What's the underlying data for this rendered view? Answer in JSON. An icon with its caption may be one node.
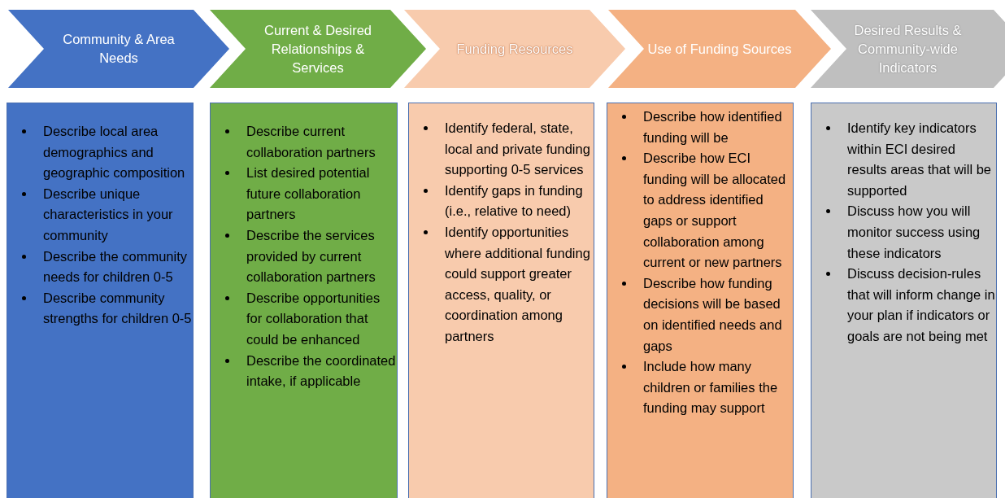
{
  "diagram": {
    "nodes": [
      {
        "text": [
          "Community & Area Needs"
        ]
      },
      {
        "text": [
          "Current & Desired Relationships & Services"
        ]
      },
      {
        "text": [
          "Funding Resources"
        ]
      },
      {
        "text": [
          "Use of Funding Sources"
        ]
      },
      {
        "text": [
          "Desired Results & Community-wide Indicators"
        ]
      },
      {
        "text": [
          "Describe local area demographics and geographic composition",
          "Describe unique characteristics in your community",
          "Describe the community needs for children 0-5",
          "Describe community strengths for children 0-5"
        ]
      },
      {
        "text": [
          "Describe current collaboration partners",
          "List desired potential future  collaboration partners",
          "Describe the services provided by current collaboration partners",
          "Describe opportunities for collaboration that could be enhanced",
          "Describe the coordinated intake, if applicable"
        ]
      },
      {
        "text": [
          "Identify federal, state, local and private funding supporting 0-5 services",
          "Identify gaps in funding (i.e., relative to need)",
          "Identify opportunities where additional funding could support greater access, quality, or coordination among partners"
        ]
      },
      {
        "text": [
          "Describe how identified funding will be",
          "Describe how ECI funding will be allocated to address identified gaps or support collaboration among current or new partners",
          "Describe how funding decisions will be based on identified needs and gaps",
          "Include how many children or families the funding may support"
        ]
      },
      {
        "text": [
          "Identify key indicators within ECI desired results areas that will be supported",
          "Discuss how you will monitor success using these indicators",
          "Discuss decision-rules that will inform change in your plan if indicators or goals are not being met"
        ]
      }
    ]
  }
}
